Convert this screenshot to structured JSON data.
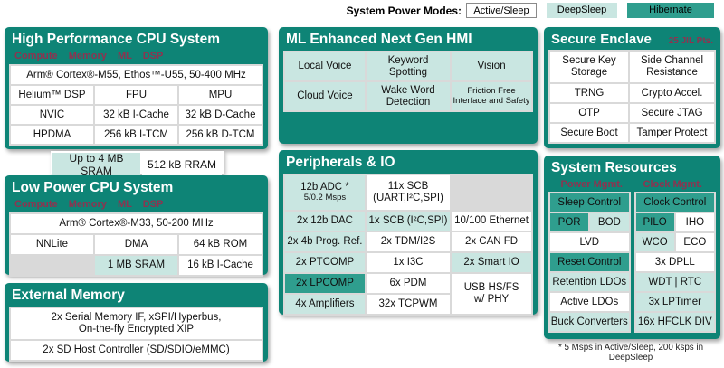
{
  "colors": {
    "block_teal": "#0e8476",
    "hibernate_teal": "#2f9e8e",
    "deepsleep_teal": "#c9e6e1",
    "active_white": "#ffffff",
    "grid_gray": "#d9d9d9",
    "tag_maroon": "#8e3350"
  },
  "legend": {
    "label": "System Power Modes:",
    "modes": [
      {
        "label": "Active/Sleep",
        "mode": "active"
      },
      {
        "label": "DeepSleep",
        "mode": "deepsleep"
      },
      {
        "label": "Hibernate",
        "mode": "hibernate"
      }
    ]
  },
  "hp_cpu": {
    "title": "High Performance CPU System",
    "tags": "Compute Memory ML DSP",
    "full_row": {
      "label": "Arm® Cortex®-M55, Ethos™-U55, 50-400 MHz",
      "mode": "active"
    },
    "cells": [
      {
        "label": "Helium™ DSP",
        "mode": "active"
      },
      {
        "label": "FPU",
        "mode": "active"
      },
      {
        "label": "MPU",
        "mode": "active"
      },
      {
        "label": "NVIC",
        "mode": "active"
      },
      {
        "label": "32 kB I-Cache",
        "mode": "active"
      },
      {
        "label": "32 kB D-Cache",
        "mode": "active"
      },
      {
        "label": "HPDMA",
        "mode": "active"
      },
      {
        "label": "256 kB I-TCM",
        "mode": "active"
      },
      {
        "label": "256 kB D-TCM",
        "mode": "active"
      }
    ]
  },
  "sram_bar": {
    "cells": [
      {
        "label": "Up to 4 MB SRAM",
        "mode": "deepsleep"
      },
      {
        "label": "512 kB RRAM",
        "mode": "active"
      }
    ]
  },
  "lp_cpu": {
    "title": "Low Power CPU System",
    "tags": "Compute Memory ML DSP",
    "full_row": {
      "label": "Arm® Cortex®-M33, 50-200 MHz",
      "mode": "active"
    },
    "cells": [
      {
        "label": "NNLite",
        "mode": "active"
      },
      {
        "label": "DMA",
        "mode": "active"
      },
      {
        "label": "64 kB ROM",
        "mode": "active"
      },
      {
        "label": "",
        "mode": "empty"
      },
      {
        "label": "1 MB SRAM",
        "mode": "deepsleep"
      },
      {
        "label": "16 kB I-Cache",
        "mode": "active"
      }
    ]
  },
  "ext_mem": {
    "title": "External Memory",
    "rows": [
      {
        "label": "2x Serial Memory IF, xSPI/Hyperbus,\nOn-the-fly Encrypted XIP",
        "mode": "active"
      },
      {
        "label": "2x SD Host Controller (SD/SDIO/eMMC)",
        "mode": "active"
      }
    ]
  },
  "hmi": {
    "title": "ML Enhanced Next Gen HMI",
    "cells": [
      {
        "label": "Local Voice",
        "mode": "deepsleep"
      },
      {
        "label": "Keyword\nSpotting",
        "mode": "deepsleep"
      },
      {
        "label": "Vision",
        "mode": "deepsleep"
      },
      {
        "label": "Cloud Voice",
        "mode": "deepsleep"
      },
      {
        "label": "Wake Word\nDetection",
        "mode": "deepsleep"
      },
      {
        "label": "Friction Free\nInterface and Safety",
        "mode": "deepsleep"
      }
    ]
  },
  "peripherals": {
    "title": "Peripherals & IO",
    "cells": [
      {
        "label": "12b ADC *",
        "sub": "5/0.2 Msps",
        "mode": "deepsleep"
      },
      {
        "label": "11x SCB\n(UART,I²C,SPI)",
        "mode": "active"
      },
      {
        "label": "",
        "mode": "empty"
      },
      {
        "label": "2x 12b DAC",
        "mode": "deepsleep"
      },
      {
        "label": "1x SCB (I²C,SPI)",
        "mode": "deepsleep"
      },
      {
        "label": "10/100 Ethernet",
        "mode": "active"
      },
      {
        "label": "2x 4b Prog. Ref.",
        "mode": "deepsleep"
      },
      {
        "label": "2x TDM/I2S",
        "mode": "active"
      },
      {
        "label": "2x CAN FD",
        "mode": "active"
      },
      {
        "label": "2x PTCOMP",
        "mode": "deepsleep"
      },
      {
        "label": "1x I3C",
        "mode": "active"
      },
      {
        "label": "2x Smart IO",
        "mode": "deepsleep"
      },
      {
        "label": "2x LPCOMP",
        "mode": "hibernate"
      },
      {
        "label": "6x PDM",
        "mode": "active"
      },
      {
        "label": "USB HS/FS\nw/ PHY",
        "mode": "active"
      },
      {
        "label": "4x Amplifiers",
        "mode": "deepsleep"
      },
      {
        "label": "32x TCPWM",
        "mode": "active"
      }
    ]
  },
  "secure": {
    "title": "Secure Enclave",
    "badge": "25 JIL Pts.",
    "cells": [
      {
        "label": "Secure Key\nStorage",
        "mode": "active"
      },
      {
        "label": "Side Channel\nResistance",
        "mode": "active"
      },
      {
        "label": "TRNG",
        "mode": "active"
      },
      {
        "label": "Crypto Accel.",
        "mode": "active"
      },
      {
        "label": "OTP",
        "mode": "active"
      },
      {
        "label": "Secure JTAG",
        "mode": "active"
      },
      {
        "label": "Secure Boot",
        "mode": "active"
      },
      {
        "label": "Tamper Protect",
        "mode": "active"
      }
    ]
  },
  "sysres": {
    "title": "System Resources",
    "power_tag": "Power Mgmt.",
    "clock_tag": "Clock Mgmt.",
    "power": {
      "sleep": {
        "label": "Sleep Control",
        "mode": "hibernate"
      },
      "por": {
        "label": "POR",
        "mode": "hibernate"
      },
      "bod": {
        "label": "BOD",
        "mode": "deepsleep"
      },
      "lvd": {
        "label": "LVD",
        "mode": "active"
      },
      "reset": {
        "label": "Reset Control",
        "mode": "hibernate"
      },
      "retention": {
        "label": "Retention LDOs",
        "mode": "deepsleep"
      },
      "active_ldos": {
        "label": "Active LDOs",
        "mode": "active"
      },
      "buck": {
        "label": "Buck Converters",
        "mode": "deepsleep"
      }
    },
    "clock": {
      "clock_control": {
        "label": "Clock Control",
        "mode": "hibernate"
      },
      "pilo": {
        "label": "PILO",
        "mode": "hibernate"
      },
      "iho": {
        "label": "IHO",
        "mode": "active"
      },
      "wco": {
        "label": "WCO",
        "mode": "deepsleep"
      },
      "eco": {
        "label": "ECO",
        "mode": "active"
      },
      "dpll": {
        "label": "3x DPLL",
        "mode": "active"
      },
      "wdt_rtc": {
        "label": "WDT | RTC",
        "mode": "deepsleep"
      },
      "lptimer": {
        "label": "3x LPTimer",
        "mode": "deepsleep"
      },
      "hfclk": {
        "label": "16x HFCLK DIV",
        "mode": "deepsleep"
      }
    }
  },
  "footnote": "* 5 Msps in Active/Sleep, 200 ksps in DeepSleep"
}
